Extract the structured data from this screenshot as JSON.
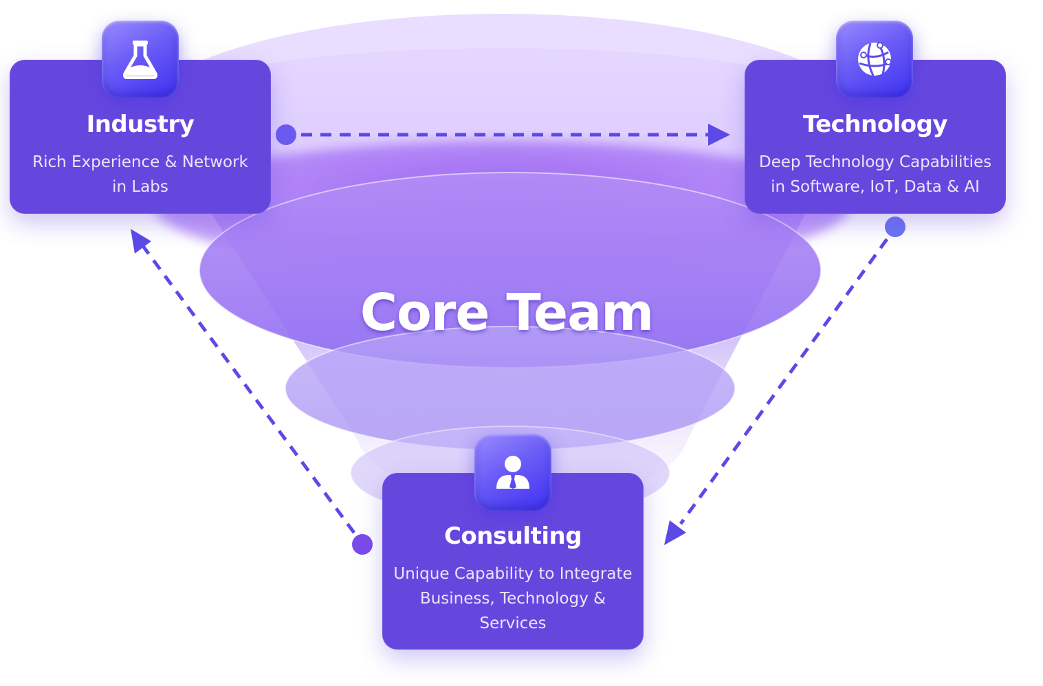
{
  "center": {
    "title": "Core Team"
  },
  "nodes": {
    "industry": {
      "title": "Industry",
      "description_lines": [
        "Rich Experience & Network",
        "in Labs"
      ],
      "icon": "lab-flask-icon"
    },
    "technology": {
      "title": "Technology",
      "description_lines": [
        "Deep Technology Capabilities",
        "in Software, IoT, Data & AI"
      ],
      "icon": "globe-network-icon"
    },
    "consulting": {
      "title": "Consulting",
      "description_lines": [
        "Unique Capability to Integrate",
        "Business, Technology &",
        "Services"
      ],
      "icon": "consultant-person-icon"
    }
  },
  "flows": [
    {
      "from": "Industry",
      "to": "Technology"
    },
    {
      "from": "Technology",
      "to": "Consulting"
    },
    {
      "from": "Consulting",
      "to": "Industry"
    }
  ],
  "colors": {
    "card": "#6647de",
    "arrow": "#5b4ae6",
    "funnel_light": "#e4d9ff",
    "funnel_mid": "#a87cf5",
    "funnel_deep": "#8a5cf0",
    "text": "#ffffff"
  }
}
